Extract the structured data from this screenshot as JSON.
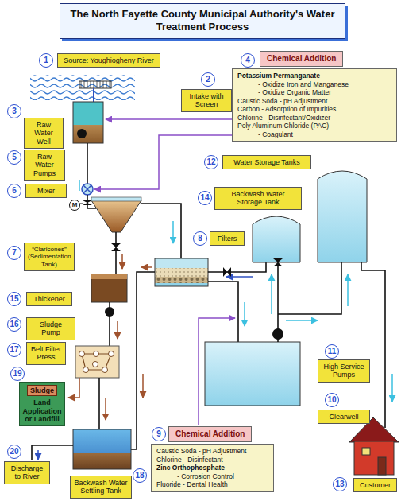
{
  "diagram": {
    "title": "The North Fayette County Municipal Authority's Water Treatment Process",
    "nodes": [
      {
        "text": [
          "Source: Youghiogheny River"
        ]
      },
      {
        "text": [
          "Intake with Screen"
        ]
      },
      {
        "text": [
          "Raw Water Well"
        ]
      },
      {
        "text": [
          "Chemical Addition",
          "Potassium Permanganate",
          "- Oxidize Iron and Manganese",
          "- Oxidize Organic Matter",
          "Caustic Soda - pH Adjustment",
          "Carbon - Adsorption of Impurities",
          "Chlorine - Disinfectant/Oxidizer",
          "Poly Aluminum Chloride (PAC)",
          "- Coagulant"
        ]
      },
      {
        "text": [
          "Raw Water Pumps"
        ]
      },
      {
        "text": [
          "Mixer"
        ]
      },
      {
        "text": [
          "Water Storage Tanks"
        ]
      },
      {
        "text": [
          "Backwash Water Storage Tank"
        ]
      },
      {
        "text": [
          "Filters"
        ]
      },
      {
        "text": [
          "“Claricones” (Sedimentation Tank)"
        ]
      },
      {
        "text": [
          "Thickener"
        ]
      },
      {
        "text": [
          "Sludge Pump"
        ]
      },
      {
        "text": [
          "Belt Filter Press"
        ]
      },
      {
        "text": [
          "Sludge",
          "Land Application or Landfill"
        ]
      },
      {
        "text": [
          "High Service Pumps"
        ]
      },
      {
        "text": [
          "Clearwell"
        ]
      },
      {
        "text": [
          "Chemical Addition",
          "Caustic Soda - pH Adjustment",
          "Chlorine - Disinfectant",
          "Zinc Orthophosphate",
          "- Corrosion Control",
          "Fluoride - Dental Health"
        ]
      },
      {
        "text": [
          "Discharge to River"
        ]
      },
      {
        "text": [
          "Backwash Water Settling Tank"
        ]
      },
      {
        "text": [
          "Customer"
        ]
      }
    ],
    "labels": [
      "1",
      "2",
      "3",
      "4",
      "5",
      "6",
      "7",
      "8",
      "9",
      "10",
      "11",
      "12",
      "13",
      "14",
      "15",
      "16",
      "17",
      "18",
      "19",
      "20",
      "M"
    ]
  }
}
